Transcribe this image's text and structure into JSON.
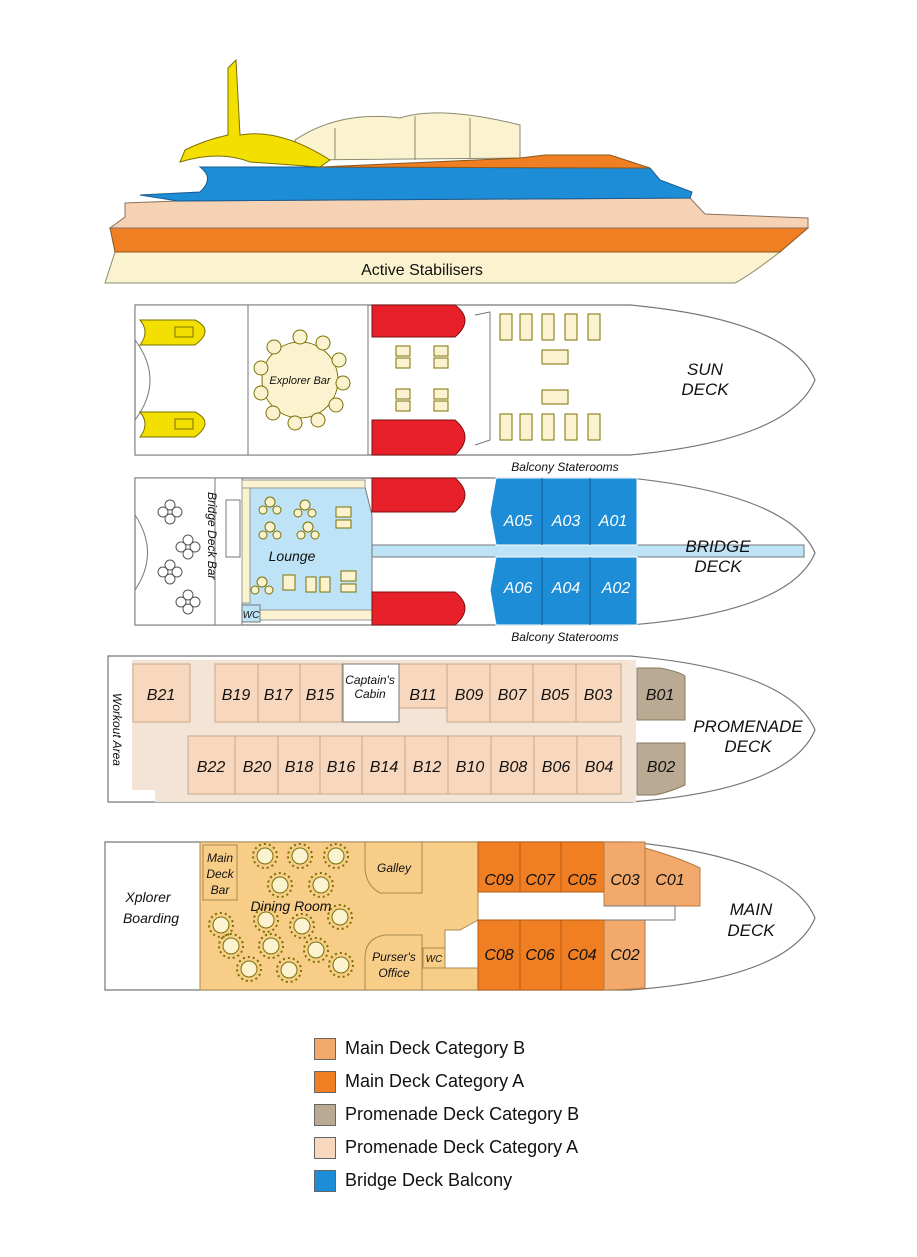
{
  "profile": {
    "label": "Active Stabilisers"
  },
  "sun_deck": {
    "title_line1": "SUN",
    "title_line2": "DECK",
    "bar_label": "Explorer Bar"
  },
  "bridge_deck": {
    "title_line1": "BRIDGE",
    "title_line2": "DECK",
    "balcony_top_label": "Balcony Staterooms",
    "balcony_bottom_label": "Balcony Staterooms",
    "bar_label": "Bridge Deck Bar",
    "lounge_label": "Lounge",
    "wc_label": "WC",
    "cabins_top": [
      "A05",
      "A03",
      "A01"
    ],
    "cabins_bottom": [
      "A06",
      "A04",
      "A02"
    ]
  },
  "promenade_deck": {
    "title_line1": "PROMENADE",
    "title_line2": "DECK",
    "workout_label": "Workout Area",
    "captain_line1": "Captain's",
    "captain_line2": "Cabin",
    "cabin_b21": "B21",
    "cabins_top_left": [
      "B19",
      "B17",
      "B15"
    ],
    "cabins_top_right": [
      "B11",
      "B09",
      "B07",
      "B05",
      "B03"
    ],
    "cabins_bottom": [
      "B22",
      "B20",
      "B18",
      "B16",
      "B14",
      "B12",
      "B10",
      "B08",
      "B06",
      "B04"
    ],
    "cabins_bow": [
      "B01",
      "B02"
    ]
  },
  "main_deck": {
    "title_line1": "MAIN",
    "title_line2": "DECK",
    "boarding_line1": "Xplorer",
    "boarding_line2": "Boarding",
    "bar_line1": "Main",
    "bar_line2": "Deck",
    "bar_line3": "Bar",
    "dining_label": "Dining Room",
    "galley_label": "Galley",
    "purser_line1": "Purser's",
    "purser_line2": "Office",
    "wc_label": "WC",
    "cabins_top_a": [
      "C09",
      "C07",
      "C05"
    ],
    "cabins_top_b": [
      "C03",
      "C01"
    ],
    "cabins_bottom_a": [
      "C08",
      "C06",
      "C04"
    ],
    "cabins_bottom_b": [
      "C02"
    ]
  },
  "legend": {
    "items": [
      {
        "label": "Main Deck Category B",
        "color": "#F2A96B"
      },
      {
        "label": "Main Deck Category A",
        "color": "#F07E23"
      },
      {
        "label": "Promenade Deck Category B",
        "color": "#BBAA93"
      },
      {
        "label": "Promenade Deck Category A",
        "color": "#F7D8BE"
      },
      {
        "label": "Bridge Deck Balcony",
        "color": "#1C8DD6"
      }
    ]
  }
}
